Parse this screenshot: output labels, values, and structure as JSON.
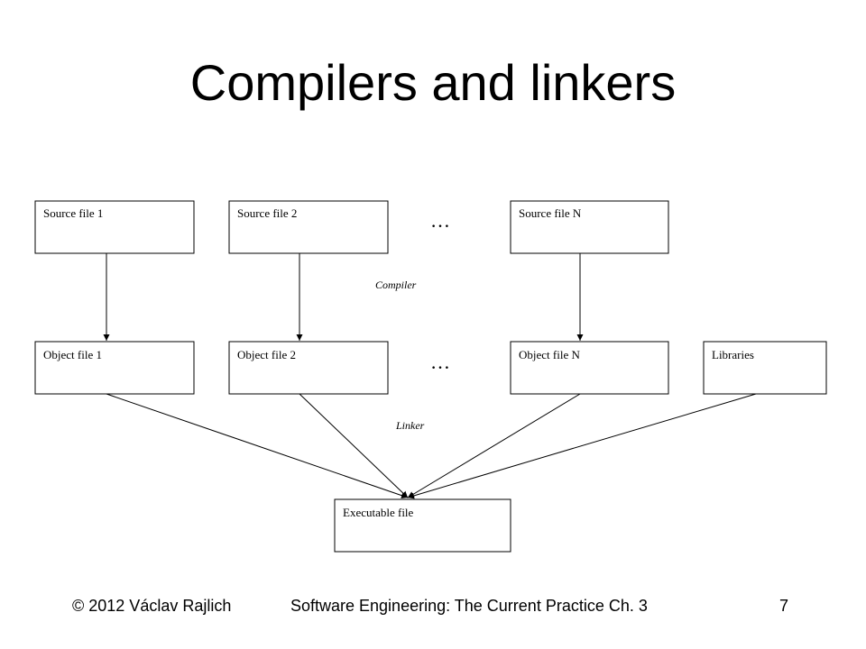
{
  "slide": {
    "title": "Compilers and linkers"
  },
  "diagram": {
    "source_files": [
      "Source file 1",
      "Source file 2",
      "Source file N"
    ],
    "object_files": [
      "Object file 1",
      "Object file 2",
      "Object file N"
    ],
    "libraries": "Libraries",
    "executable": "Executable file",
    "ellipsis_top": "…",
    "ellipsis_bottom": "…",
    "compiler_label": "Compiler",
    "linker_label": "Linker"
  },
  "footer": {
    "copyright": "© 2012 Václav Rajlich",
    "book": "Software Engineering: The Current Practice   Ch. 3",
    "page_number": "7"
  }
}
